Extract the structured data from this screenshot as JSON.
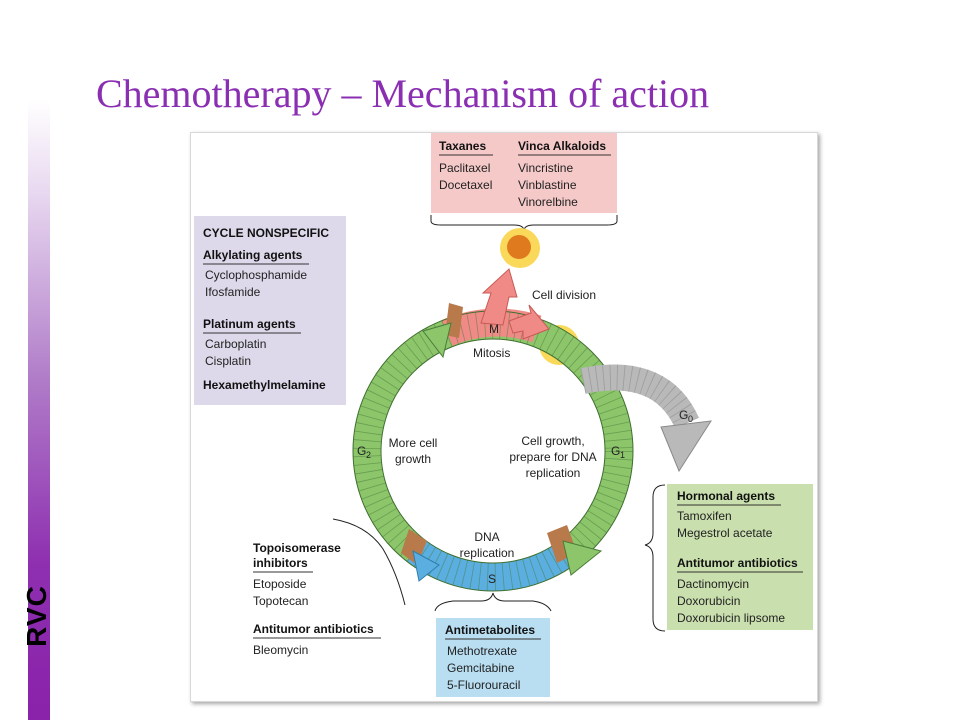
{
  "slide": {
    "title": "Chemotherapy – Mechanism of action",
    "logo_text": "RVC",
    "accent_color": "#8a2fb2"
  },
  "diagram": {
    "colors": {
      "nonspecific_box": "#ddd9ea",
      "mitosis_box": "#f6c9c9",
      "g1_box": "#c9dfae",
      "s_box": "#b9def2",
      "green_arc": "#8cc56a",
      "blue_arc": "#5aaee0",
      "red_arc": "#ef8a86",
      "gray_arc": "#b9b9b9",
      "brown_marker": "#b87a4b",
      "cell_fill": "#f5a623"
    },
    "cycle_nonspecific": {
      "heading": "CYCLE NONSPECIFIC",
      "groups": [
        {
          "name": "Alkylating agents",
          "drugs": [
            "Cyclophosphamide",
            "Ifosfamide"
          ]
        },
        {
          "name": "Platinum agents",
          "drugs": [
            "Carboplatin",
            "Cisplatin"
          ]
        },
        {
          "name": "Hexamethylmelamine",
          "drugs": []
        }
      ]
    },
    "mitosis_drugs": {
      "col1": {
        "name": "Taxanes",
        "drugs": [
          "Paclitaxel",
          "Docetaxel"
        ]
      },
      "col2": {
        "name": "Vinca Alkaloids",
        "drugs": [
          "Vincristine",
          "Vinblastine",
          "Vinorelbine"
        ]
      }
    },
    "phases": {
      "m": "M",
      "mitosis": "Mitosis",
      "cell_division": "Cell division",
      "g0": "G",
      "g0_sub": "0",
      "g1": "G",
      "g1_sub": "1",
      "g2": "G",
      "g2_sub": "2",
      "s": "S",
      "g1_desc": [
        "Cell growth,",
        "prepare for DNA",
        "replication"
      ],
      "g2_desc": [
        "More cell",
        "growth"
      ],
      "s_desc": [
        "DNA",
        "replication"
      ]
    },
    "g1_drugs": {
      "groups": [
        {
          "name": "Hormonal agents",
          "drugs": [
            "Tamoxifen",
            "Megestrol acetate"
          ]
        },
        {
          "name": "Antitumor antibiotics",
          "drugs": [
            "Dactinomycin",
            "Doxorubicin",
            "Doxorubicin lipsome"
          ]
        }
      ]
    },
    "g2_drugs": {
      "groups": [
        {
          "name": [
            "Topoisomerase",
            "inhibitors"
          ],
          "drugs": [
            "Etoposide",
            "Topotecan"
          ]
        },
        {
          "name": [
            "Antitumor antibiotics"
          ],
          "drugs": [
            "Bleomycin"
          ]
        }
      ]
    },
    "s_drugs": {
      "name": "Antimetabolites",
      "drugs": [
        "Methotrexate",
        "Gemcitabine",
        "5-Fluorouracil"
      ]
    }
  }
}
